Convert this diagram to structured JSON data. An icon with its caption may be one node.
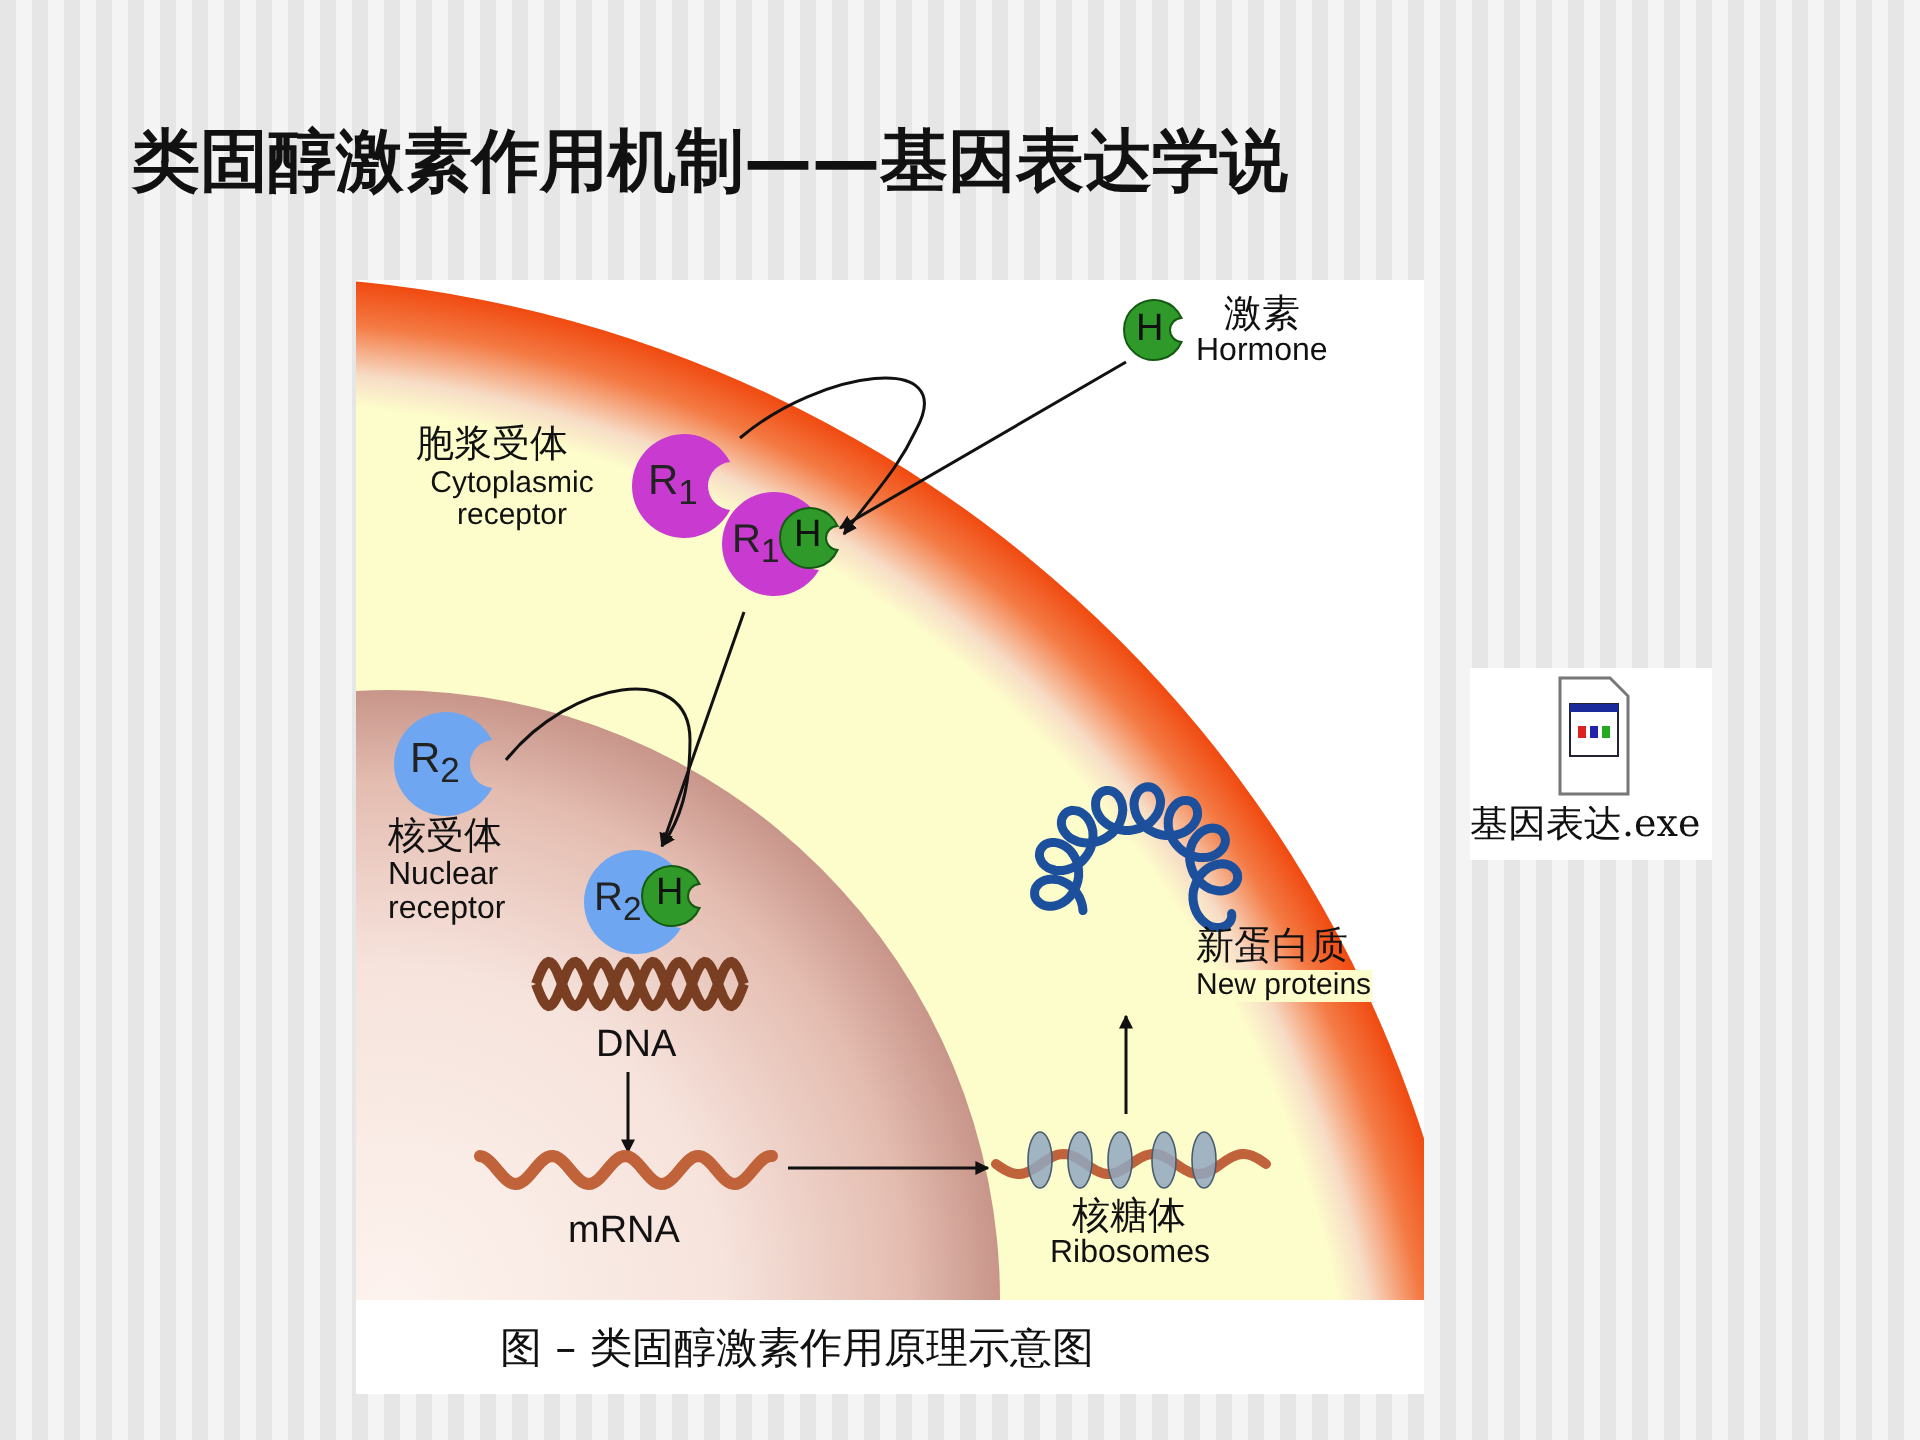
{
  "diagram": {
    "title": "类固醇激素作用机制——基因表达学说",
    "caption": "图 – 类固醇激素作用原理示意图",
    "nodes": [
      {
        "text": [
          "H"
        ],
        "beside": [
          "激素",
          "Hormone"
        ]
      },
      {
        "text": [
          "R$_{1}$"
        ],
        "beside": [
          "胞浆受体",
          "Cytoplasmic receptor"
        ]
      },
      {
        "text": [
          "R$_{1}$",
          "H"
        ]
      },
      {
        "text": [
          "R$_{2}$"
        ],
        "beside": [
          "核受体",
          "Nuclear receptor"
        ]
      },
      {
        "text": [
          "R$_{2}$",
          "H"
        ]
      },
      {
        "text": [
          "DNA"
        ]
      },
      {
        "text": [
          "mRNA"
        ]
      },
      {
        "text": [
          "核糖体",
          "Ribosomes"
        ]
      },
      {
        "text": [
          "新蛋白质",
          "New proteins"
        ]
      }
    ],
    "edges": [
      {
        "from": 0,
        "to": 2,
        "arrow": "to"
      },
      {
        "from": 1,
        "to": 2,
        "arrow": "to"
      },
      {
        "from": 2,
        "to": 4,
        "arrow": "to"
      },
      {
        "from": 3,
        "to": 4,
        "arrow": "to"
      },
      {
        "from": 5,
        "to": 6,
        "arrow": "to"
      },
      {
        "from": 6,
        "to": 7,
        "arrow": "to"
      },
      {
        "from": 7,
        "to": 8,
        "arrow": "to"
      }
    ],
    "labels": [
      "基因表达.exe"
    ]
  }
}
